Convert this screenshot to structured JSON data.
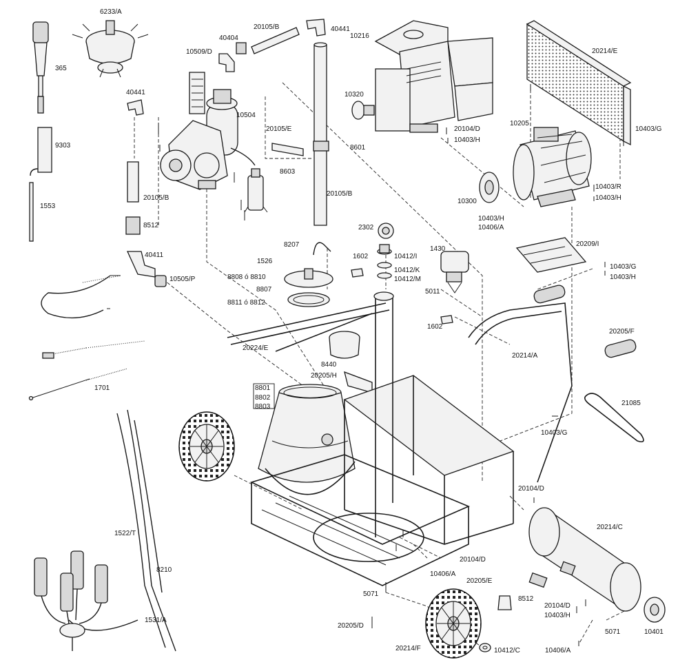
{
  "labels": [
    {
      "text": "6233/A",
      "name": "label-6233-a"
    },
    {
      "text": "365",
      "name": "label-365"
    },
    {
      "text": "40404",
      "name": "label-40404"
    },
    {
      "text": "20105/B",
      "name": "label-20105-b-top"
    },
    {
      "text": "40441",
      "name": "label-40441-top"
    },
    {
      "text": "10216",
      "name": "label-10216"
    },
    {
      "text": "20214/E",
      "name": "label-20214-e"
    },
    {
      "text": "10509/D",
      "name": "label-10509-d"
    },
    {
      "text": "40441",
      "name": "label-40441-left"
    },
    {
      "text": "10504",
      "name": "label-10504"
    },
    {
      "text": "10320",
      "name": "label-10320"
    },
    {
      "text": "10205",
      "name": "label-10205"
    },
    {
      "text": "9303",
      "name": "label-9303"
    },
    {
      "text": "20105/E",
      "name": "label-20105-e"
    },
    {
      "text": "20104/D",
      "name": "label-20104-d-engine"
    },
    {
      "text": "10403/H",
      "name": "label-10403-h-engine"
    },
    {
      "text": "10403/G",
      "name": "label-10403-g-guard"
    },
    {
      "text": "8601",
      "name": "label-8601"
    },
    {
      "text": "8603",
      "name": "label-8603"
    },
    {
      "text": "20105/B",
      "name": "label-20105-b-pipe"
    },
    {
      "text": "20105/B",
      "name": "label-20105-b-left"
    },
    {
      "text": "10403/R",
      "name": "label-10403-r"
    },
    {
      "text": "10403/H",
      "name": "label-10403-h-motor"
    },
    {
      "text": "10300",
      "name": "label-10300"
    },
    {
      "text": "1553",
      "name": "label-1553"
    },
    {
      "text": "8512",
      "name": "label-8512-left"
    },
    {
      "text": "2302",
      "name": "label-2302"
    },
    {
      "text": "10403/H",
      "name": "label-10403-h-bracket"
    },
    {
      "text": "10406/A",
      "name": "label-10406-a-bracket"
    },
    {
      "text": "20209/I",
      "name": "label-20209-i"
    },
    {
      "text": "8207",
      "name": "label-8207"
    },
    {
      "text": "1430",
      "name": "label-1430"
    },
    {
      "text": "40411",
      "name": "label-40411"
    },
    {
      "text": "1526",
      "name": "label-1526"
    },
    {
      "text": "1602",
      "name": "label-1602-top"
    },
    {
      "text": "10412/I",
      "name": "label-10412-i"
    },
    {
      "text": "10412/K",
      "name": "label-10412-k"
    },
    {
      "text": "10412/M",
      "name": "label-10412-m"
    },
    {
      "text": "10403/G",
      "name": "label-10403-g-bracket"
    },
    {
      "text": "10403/H",
      "name": "label-10403-h-bracket2"
    },
    {
      "text": "10505/P",
      "name": "label-10505-p"
    },
    {
      "text": "8808 ó 8810",
      "name": "label-8808-8810"
    },
    {
      "text": "8807",
      "name": "label-8807"
    },
    {
      "text": "8811 ó 8812",
      "name": "label-8811-8812"
    },
    {
      "text": "5011",
      "name": "label-5011"
    },
    {
      "text": "1602",
      "name": "label-1602-bottom"
    },
    {
      "text": "20205/F",
      "name": "label-20205-f"
    },
    {
      "text": "20224/E",
      "name": "label-20224-e"
    },
    {
      "text": "20214/A",
      "name": "label-20214-a"
    },
    {
      "text": "8440",
      "name": "label-8440"
    },
    {
      "text": "20205/H",
      "name": "label-20205-h"
    },
    {
      "text": "1701",
      "name": "label-1701"
    },
    {
      "text": "8801",
      "name": "label-8801"
    },
    {
      "text": "8802",
      "name": "label-8802"
    },
    {
      "text": "8803",
      "name": "label-8803"
    },
    {
      "text": "21085",
      "name": "label-21085"
    },
    {
      "text": "10403/G",
      "name": "label-10403-g-frame"
    },
    {
      "text": "20104/D",
      "name": "label-20104-d-frame"
    },
    {
      "text": "1522/T",
      "name": "label-1522-t"
    },
    {
      "text": "20214/C",
      "name": "label-20214-c"
    },
    {
      "text": "8210",
      "name": "label-8210"
    },
    {
      "text": "20104/D",
      "name": "label-20104-d-base"
    },
    {
      "text": "10406/A",
      "name": "label-10406-a-base"
    },
    {
      "text": "20205/E",
      "name": "label-20205-e"
    },
    {
      "text": "5071",
      "name": "label-5071-left"
    },
    {
      "text": "8512",
      "name": "label-8512-right"
    },
    {
      "text": "20104/D",
      "name": "label-20104-d-tank"
    },
    {
      "text": "10403/H",
      "name": "label-10403-h-tank"
    },
    {
      "text": "1531/A",
      "name": "label-1531-a"
    },
    {
      "text": "20205/D",
      "name": "label-20205-d"
    },
    {
      "text": "5071",
      "name": "label-5071-right"
    },
    {
      "text": "10401",
      "name": "label-10401"
    },
    {
      "text": "20214/F",
      "name": "label-20214-f"
    },
    {
      "text": "10412/C",
      "name": "label-10412-c"
    },
    {
      "text": "10406/A",
      "name": "label-10406-a-bottom"
    }
  ]
}
